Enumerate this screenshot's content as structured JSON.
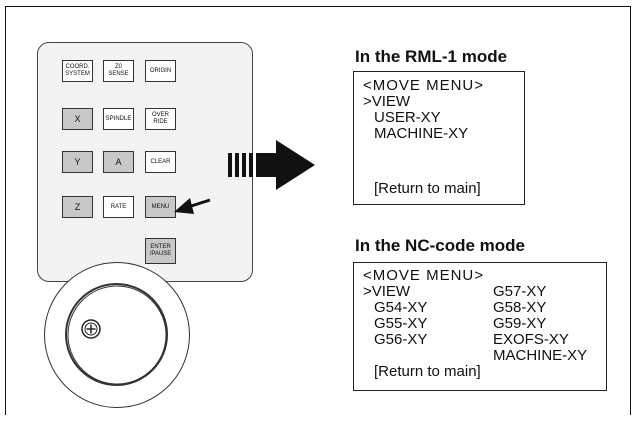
{
  "pendant": {
    "keys": [
      "COORD.\nSYSTEM",
      "Z0\nSENSE",
      "ORIGIN",
      "X",
      "SPINDLE",
      "OVER RIDE",
      "Y",
      "A",
      "CLEAR",
      "Z",
      "RATE",
      "MENU",
      "ENTER\n/PAUSE"
    ]
  },
  "rml": {
    "title": "In the RML-1 mode",
    "lines": [
      "<MOVE MENU>",
      ">VIEW",
      "USER-XY",
      "MACHINE-XY",
      "[Return to main]"
    ]
  },
  "nc": {
    "title": "In the NC-code mode",
    "header": "<MOVE MENU>",
    "col1": [
      ">VIEW",
      "G54-XY",
      "G55-XY",
      "G56-XY"
    ],
    "col2": [
      "G57-XY",
      "G58-XY",
      "G59-XY",
      "EXOFS-XY",
      "MACHINE-XY"
    ],
    "footer": "[Return to main]"
  }
}
